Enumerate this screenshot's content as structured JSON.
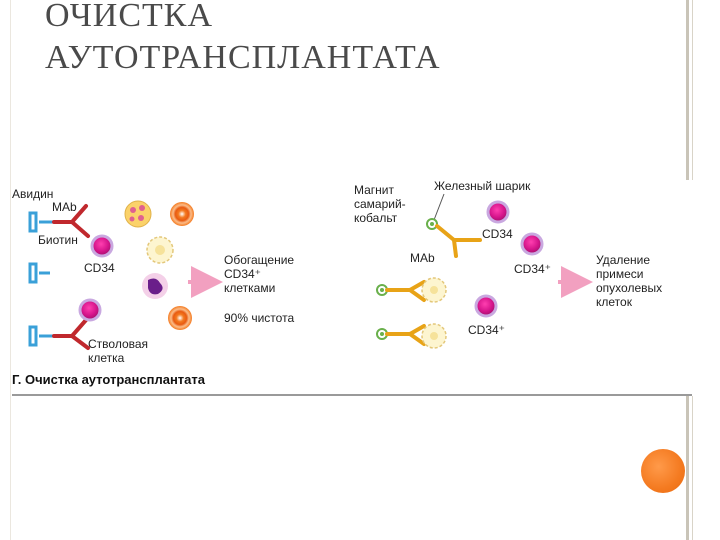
{
  "slide": {
    "title_line1": "ОЧИСТКА",
    "title_line2": "АУТОТРАНСПЛАНТАТА"
  },
  "figure": {
    "left": {
      "avidin": "Авидин",
      "mab": "MAb",
      "biotin": "Биотин",
      "cd34": "CD34",
      "stem_line1": "Стволовая",
      "stem_line2": "клетка",
      "enrich_line1": "Обогащение",
      "enrich_line2": "CD34⁺",
      "enrich_line3": "клетками",
      "purity": "90% чистота"
    },
    "right": {
      "magnet_line1": "Магнит",
      "magnet_line2": "самарий-",
      "magnet_line3": "кобальт",
      "iron_bead": "Железный шарик",
      "mab": "MAb",
      "cd34_a": "CD34",
      "cd34_b": "CD34⁺",
      "cd34_c": "CD34⁺",
      "removal_line1": "Удаление",
      "removal_line2": "примеси",
      "removal_line3": "опухолевых",
      "removal_line4": "клеток"
    },
    "caption": "Г. Очистка аутотрансплантата"
  },
  "colors": {
    "accent_orange": "#f47a20",
    "cd34_magenta": "#d6158c",
    "antibody_red": "#c0282d",
    "antibody_yellow": "#e8a317",
    "avidin_blue": "#3aa0d8",
    "arrow_pink": "#f2a0c0"
  }
}
